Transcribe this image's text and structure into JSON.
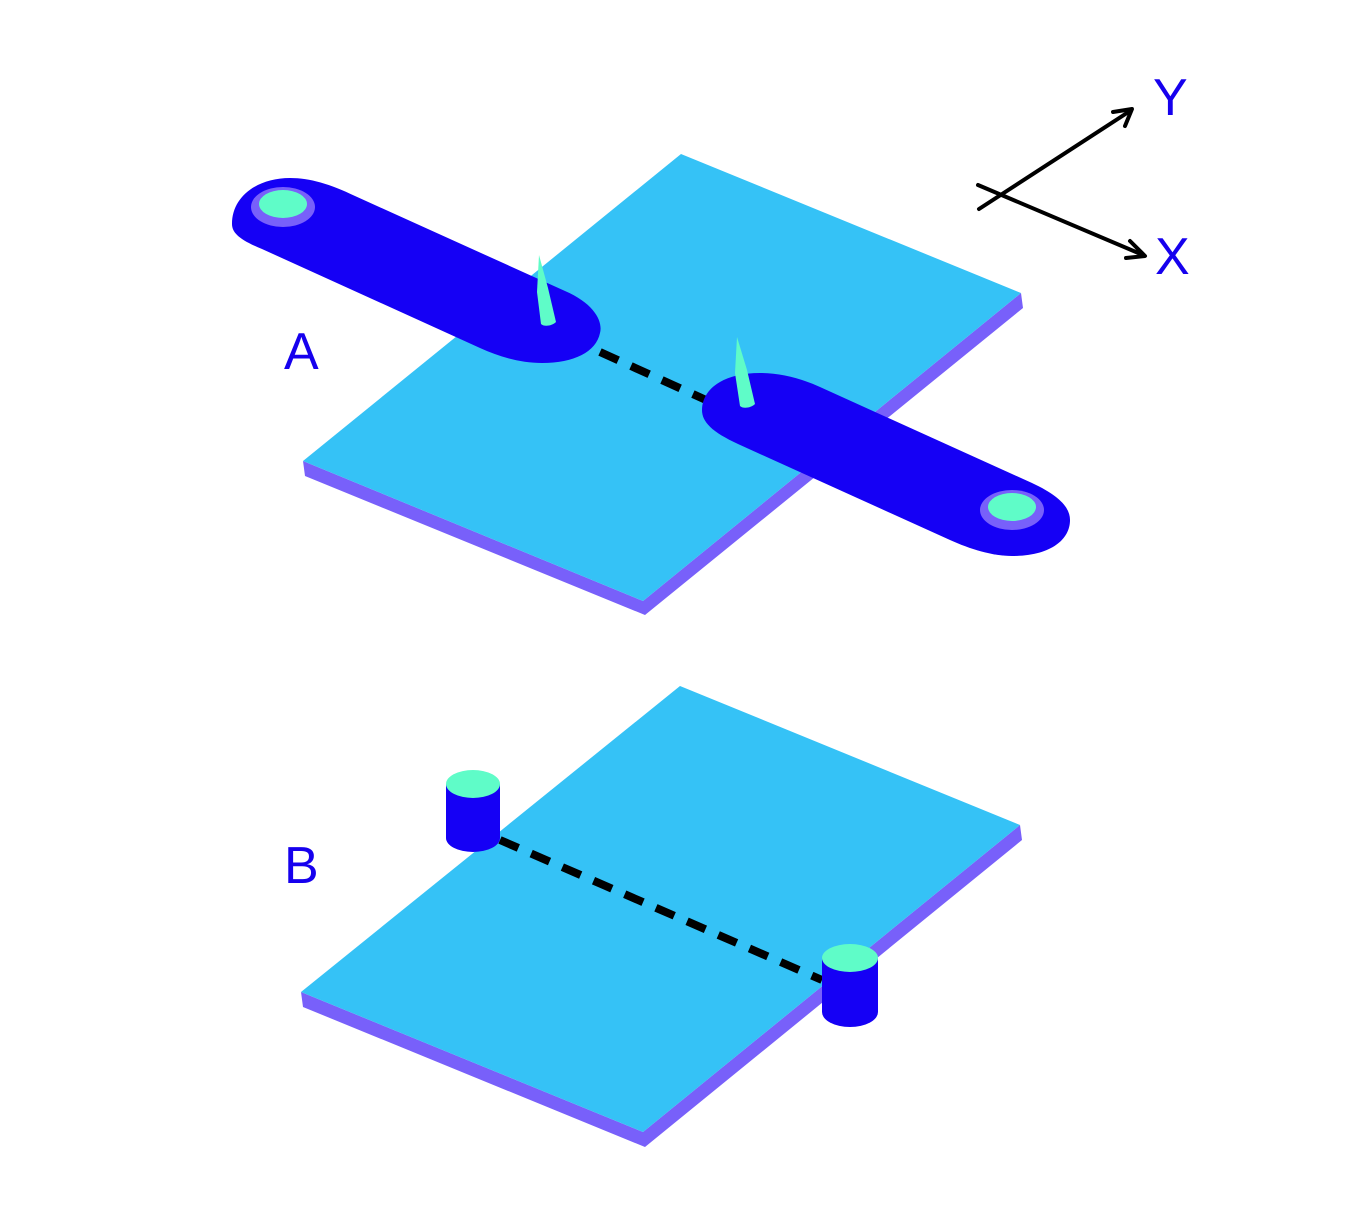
{
  "labels": {
    "panel_a": "A",
    "panel_b": "B",
    "axis_x": "X",
    "axis_y": "Y"
  },
  "colors": {
    "plate_top": "#35C2F6",
    "plate_edge": "#7860FA",
    "arm": "#1500F5",
    "accent": "#5FFCC8",
    "ring": "#7860FA",
    "label": "#1600EE",
    "line": "#000000"
  },
  "icons": {
    "probe_tip": "needle-tip-icon",
    "pillar": "cylinder-pillar-icon"
  }
}
